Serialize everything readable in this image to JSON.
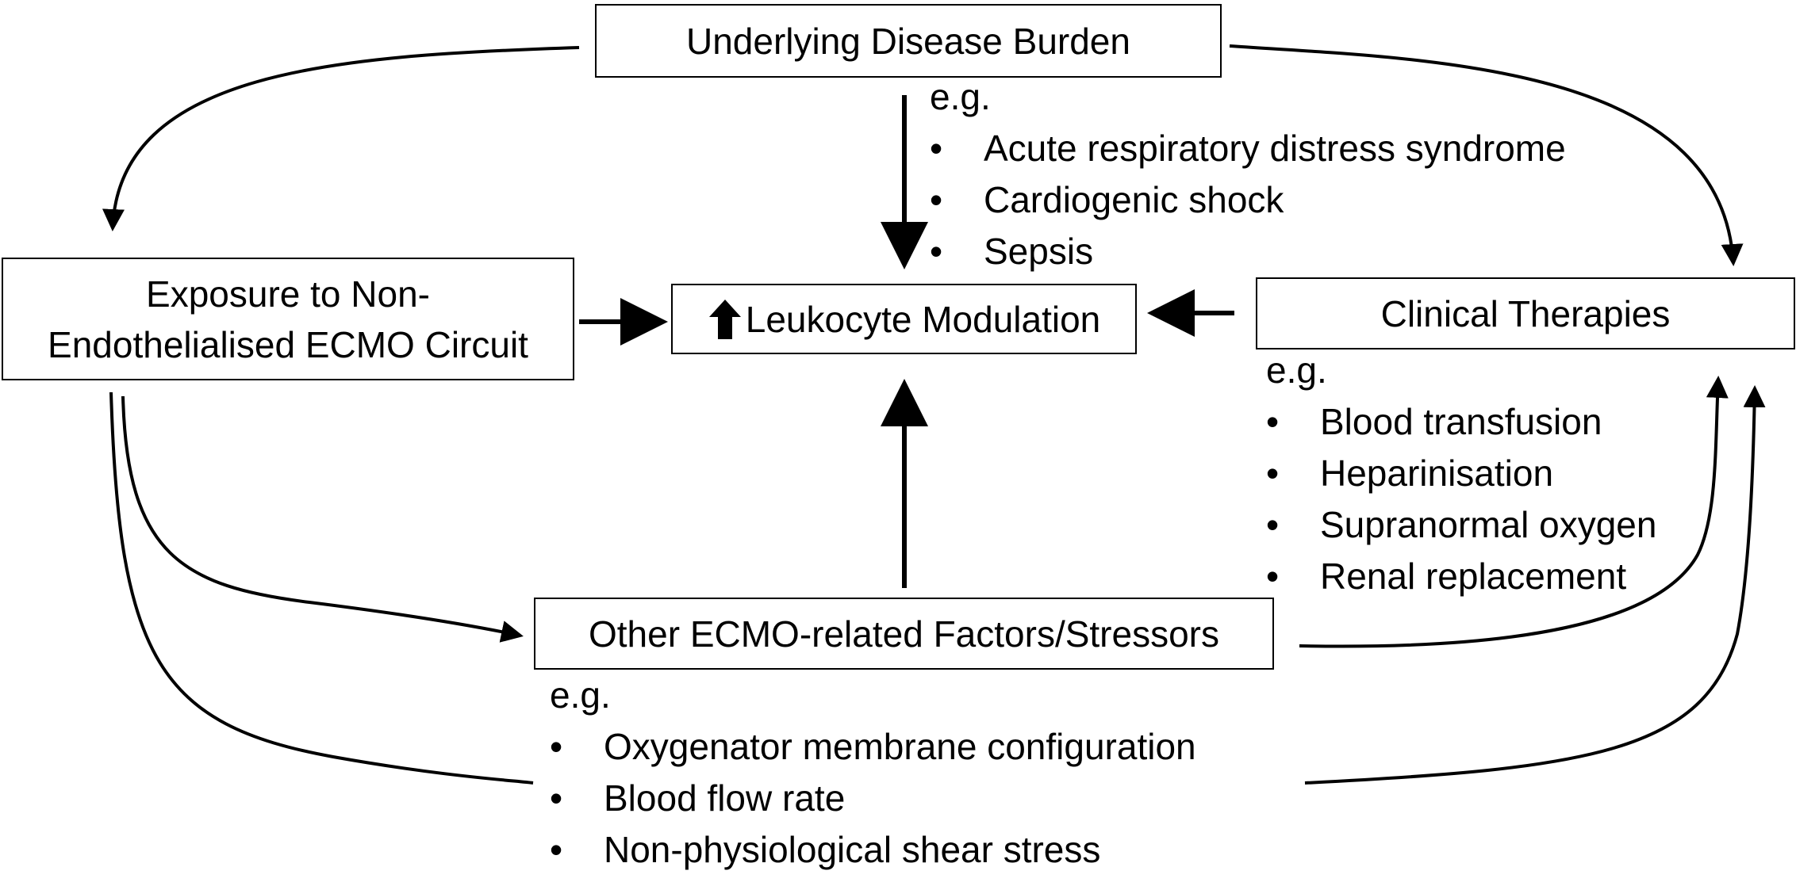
{
  "nodes": {
    "disease": {
      "title": "Underlying Disease Burden",
      "eg": "e.g.",
      "examples": [
        "Acute respiratory distress syndrome",
        "Cardiogenic shock",
        "Sepsis"
      ]
    },
    "exposure": {
      "title_line1": "Exposure to Non-",
      "title_line2": "Endothelialised ECMO Circuit"
    },
    "leukocyte": {
      "title": "Leukocyte Modulation",
      "icon": "up-arrow-icon"
    },
    "therapies": {
      "title": "Clinical Therapies",
      "eg": "e.g.",
      "examples": [
        "Blood transfusion",
        "Heparinisation",
        "Supranormal oxygen",
        "Renal replacement"
      ]
    },
    "factors": {
      "title": "Other ECMO-related Factors/Stressors",
      "eg": "e.g.",
      "examples": [
        "Oxygenator membrane configuration",
        "Blood flow rate",
        "Non-physiological shear stress"
      ]
    }
  },
  "bullet_char": "•",
  "colors": {
    "line": "#000000",
    "background": "#ffffff"
  }
}
